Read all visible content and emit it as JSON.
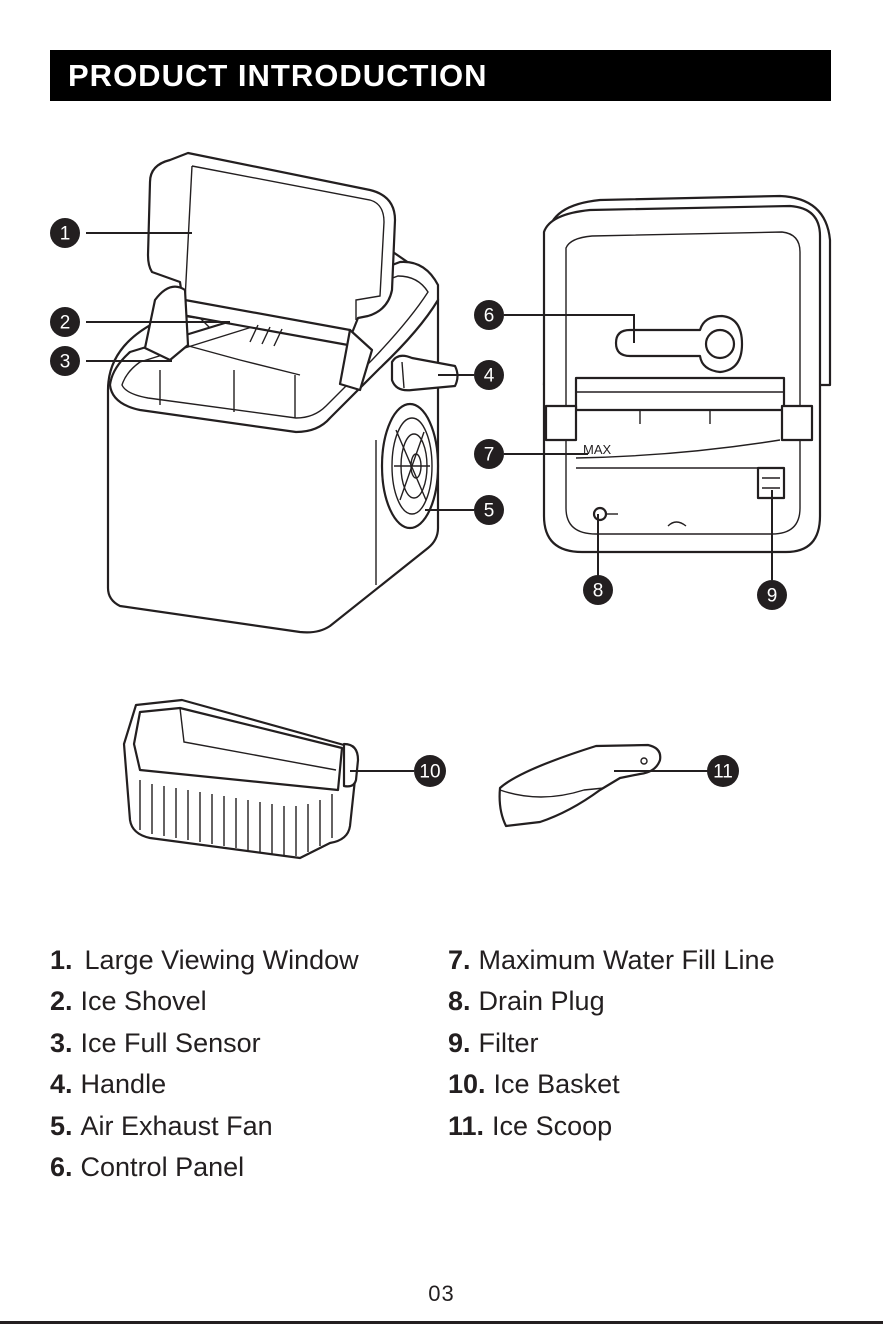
{
  "header": {
    "title": "PRODUCT INTRODUCTION"
  },
  "callouts": [
    "1",
    "2",
    "3",
    "4",
    "5",
    "6",
    "7",
    "8",
    "9",
    "10",
    "11"
  ],
  "labels": {
    "max": "MAX"
  },
  "parts": {
    "left": [
      {
        "num": "1.",
        "name": "Large Viewing Window"
      },
      {
        "num": "2.",
        "name": "Ice Shovel"
      },
      {
        "num": "3.",
        "name": "Ice Full Sensor"
      },
      {
        "num": "4.",
        "name": "Handle"
      },
      {
        "num": "5.",
        "name": "Air Exhaust Fan"
      },
      {
        "num": "6.",
        "name": "Control Panel"
      }
    ],
    "right": [
      {
        "num": "7.",
        "name": "Maximum Water Fill Line"
      },
      {
        "num": "8.",
        "name": "Drain Plug"
      },
      {
        "num": "9.",
        "name": "Filter"
      },
      {
        "num": "10.",
        "name": "Ice Basket"
      },
      {
        "num": "11.",
        "name": "Ice Scoop"
      }
    ]
  },
  "footer": {
    "page_number": "03"
  }
}
